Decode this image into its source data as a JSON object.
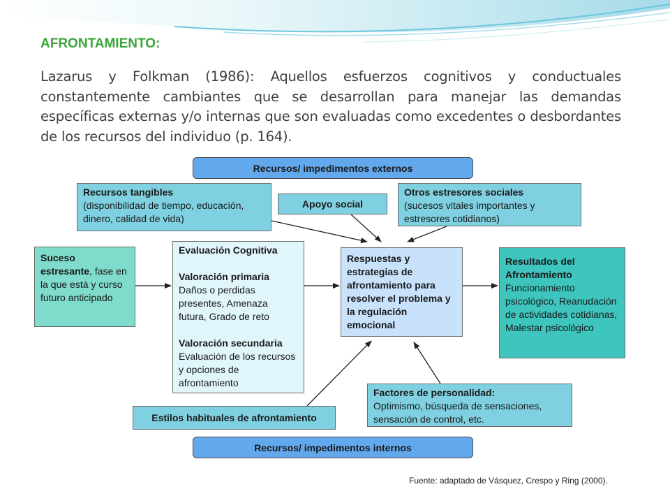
{
  "colors": {
    "title": "#3aa63a",
    "pill_fill": "#62a8ec",
    "cyan_box": "#7fd0e0",
    "mint_box": "#7fdccc",
    "light_cyan_box": "#e0f6fa",
    "light_blue_box": "#c8e2fb",
    "teal_box": "#3dc5be"
  },
  "heading": "AFRONTAMIENTO:",
  "quote": "Lazarus y Folkman (1986): Aquellos esfuerzos cognitivos y conductuales constantemente cambiantes que se desarrollan para manejar las demandas específicas externas y/o internas que son evaluadas como excedentes o desbordantes de los recursos del individuo (p. 164).",
  "diagram": {
    "external_resources": "Recursos/ impedimentos externos",
    "internal_resources": "Recursos/ impedimentos internos",
    "tangible": {
      "title": "Recursos tangibles",
      "body": "(disponibilidad de tiempo, educación, dinero, calidad de vida)"
    },
    "social_support": "Apoyo social",
    "other_stressors": {
      "title": "Otros estresores sociales",
      "body": "(sucesos vitales importantes y estresores cotidianos)"
    },
    "event": {
      "bold": "Suceso estresante",
      "rest": ", fase en la que está y curso futuro anticipado"
    },
    "appraisal": {
      "title": "Evaluación Cognitiva",
      "primary_title": "Valoración primaria",
      "primary_body": "Daños o perdidas presentes, Amenaza futura, Grado de reto",
      "secondary_title": "Valoración secundaria",
      "secondary_body": "Evaluación de los recursos y opciones de afrontamiento"
    },
    "responses": "Respuestas y estrategias de afrontamiento para resolver el problema y la regulación emocional",
    "outcomes": {
      "title": "Resultados del Afrontamiento",
      "body": "Funcionamiento psicológico, Reanudación de actividades cotidianas, Malestar psicológico"
    },
    "habitual_styles": "Estilos habituales de afrontamiento",
    "personality": {
      "title": "Factores de personalidad:",
      "body": "Optimismo, búsqueda de sensaciones, sensación de control, etc."
    }
  },
  "source": "Fuente: adaptado de Vásquez, Crespo y Ring (2000)."
}
